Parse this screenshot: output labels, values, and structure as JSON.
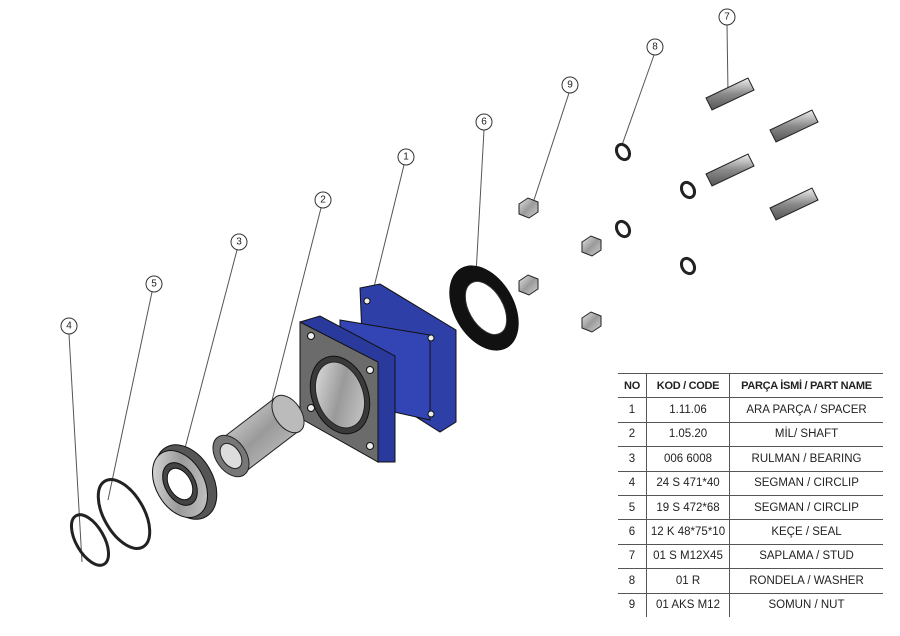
{
  "balloons": [
    "1",
    "2",
    "3",
    "4",
    "5",
    "6",
    "7",
    "8",
    "9"
  ],
  "table": {
    "headers": [
      "NO",
      "KOD / CODE",
      "PARÇA İSMİ / PART NAME"
    ],
    "rows": [
      [
        "1",
        "1.11.06",
        "ARA PARÇA / SPACER"
      ],
      [
        "2",
        "1.05.20",
        "MİL/ SHAFT"
      ],
      [
        "3",
        "006 6008",
        "RULMAN / BEARING"
      ],
      [
        "4",
        "24 S 471*40",
        "SEGMAN / CIRCLIP"
      ],
      [
        "5",
        "19 S 472*68",
        "SEGMAN / CIRCLIP"
      ],
      [
        "6",
        "12 K 48*75*10",
        "KEÇE / SEAL"
      ],
      [
        "7",
        "01 S M12X45",
        "SAPLAMA / STUD"
      ],
      [
        "8",
        "01 R",
        "RONDELA / WASHER"
      ],
      [
        "9",
        "01 AKS M12",
        "SOMUN / NUT"
      ]
    ]
  },
  "colors": {
    "housing": "#2f3fa8",
    "steel": "#8c8c8c",
    "seal": "#111111",
    "line": "#444444"
  }
}
